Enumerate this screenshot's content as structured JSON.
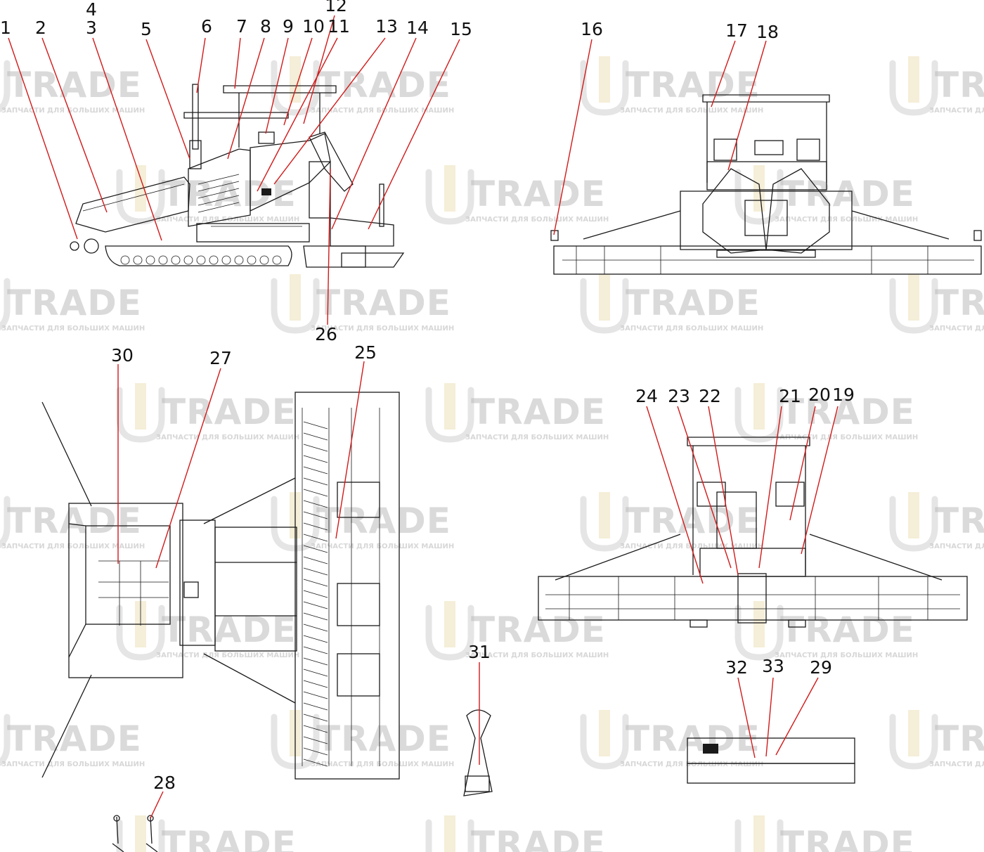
{
  "watermark": {
    "brand": "TRADE",
    "tagline": "ЗАПЧАСТИ ДЛЯ БОЛЬШИХ МАШИН",
    "color": "#bdbdbd"
  },
  "leader_color": "#d11a1a",
  "callouts": {
    "c1": "1",
    "c2": "2",
    "c3": "3",
    "c4": "4",
    "c5": "5",
    "c6": "6",
    "c7": "7",
    "c8": "8",
    "c9": "9",
    "c10": "10",
    "c11": "11",
    "c12": "12",
    "c13": "13",
    "c14": "14",
    "c15": "15",
    "c16": "16",
    "c17": "17",
    "c18": "18",
    "c19": "19",
    "c20": "20",
    "c21": "21",
    "c22": "22",
    "c23": "23",
    "c24": "24",
    "c25": "25",
    "c26": "26",
    "c27": "27",
    "c28": "28",
    "c29": "29",
    "c30": "30",
    "c31": "31",
    "c32": "32",
    "c33": "33"
  }
}
